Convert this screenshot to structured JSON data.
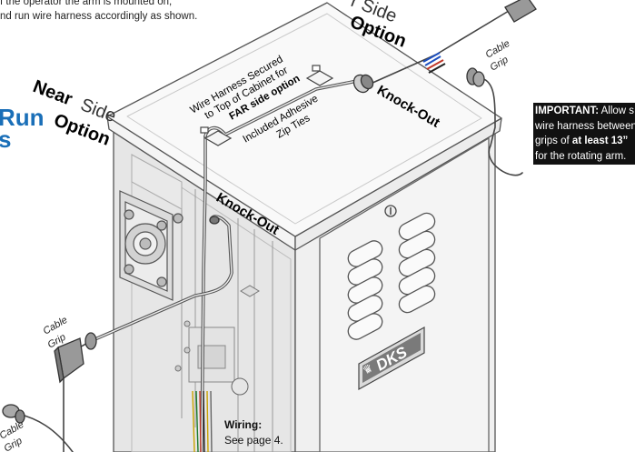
{
  "intro_lines": [
    "f the operator the arm is mounted on,",
    "nd run wire harness accordingly as shown."
  ],
  "run_title": [
    "Run",
    "s"
  ],
  "near_side": {
    "bold": "Near",
    "light": "Side",
    "second": "Option"
  },
  "far_side": {
    "light": "r Side",
    "second": "Option"
  },
  "harness_label": [
    "Wire Harness Secured",
    "to Top of Cabinet for",
    "FAR side option"
  ],
  "zip_label": [
    "Included Adhesive",
    "Zip Ties"
  ],
  "knockout_labels": [
    "Knock-Out",
    "Knock-Out"
  ],
  "cable_grip_labels": [
    [
      "Cable",
      "Grip"
    ],
    [
      "Cable",
      "Grip"
    ],
    [
      "Cable",
      "Grip"
    ]
  ],
  "important": {
    "label": "IMPORTANT:",
    "lines": [
      "Allow s",
      "wire harness between",
      "grips of ",
      "at least 13”",
      "for the rotating arm."
    ]
  },
  "wiring": {
    "label": "Wiring:",
    "text": "See page 4."
  },
  "logo_text": "DKS",
  "colors": {
    "accent": "#1a6fb8",
    "note_bg": "#111111",
    "line": "#555555",
    "panel": "#f1f1f1"
  }
}
